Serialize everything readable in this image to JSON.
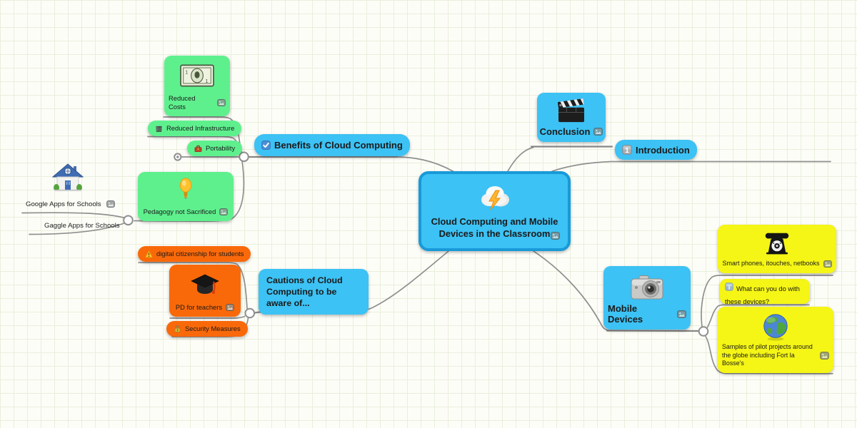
{
  "title": "Cloud Computing mind map",
  "colors": {
    "topic_blue": "#3cc2f4",
    "root_border": "#189ad8",
    "green": "#5ff08e",
    "orange": "#f9690a",
    "yellow": "#f5f516",
    "connector_gray": "#8f8f8f",
    "grid_line": "#e9efdc"
  },
  "icons": {
    "attachment": "attach"
  },
  "nodes": {
    "root": {
      "label": "Cloud Computing and Mobile Devices in the Classroom",
      "icon": "cloud-bolt",
      "has_attachment": true
    },
    "benefits": {
      "label": "Benefits of Cloud Computing",
      "icon": "checkbox"
    },
    "reduced_costs": {
      "label": "Reduced Costs",
      "icon": "money",
      "has_attachment": true
    },
    "reduced_infrastructure": {
      "label": "Reduced Infrastructure",
      "icon": "server"
    },
    "portability": {
      "label": "Portability",
      "icon": "toolbox"
    },
    "pedagogy": {
      "label": "Pedagogy not Sacrificed",
      "icon": "bulb",
      "has_attachment": true
    },
    "google_apps": {
      "label": "Google Apps for Schools",
      "icon": "house",
      "has_attachment": true
    },
    "gaggle_apps": {
      "label": "Gaggle Apps for Schools"
    },
    "conclusion": {
      "label": "Conclusion",
      "icon": "clapper",
      "has_attachment": true
    },
    "introduction": {
      "label": "Introduction",
      "icon": "one"
    },
    "cautions": {
      "label": "Cautions of Cloud Computing to be aware of..."
    },
    "digital_citizenship": {
      "label": "digital citizenship for students",
      "icon": "warning"
    },
    "pd_teachers": {
      "label": "PD for teachers",
      "icon": "gradcap",
      "has_attachment": true
    },
    "security_measures": {
      "label": "Security Measures",
      "icon": "lock"
    },
    "mobile_devices": {
      "label": "Mobile Devices",
      "icon": "camera",
      "has_attachment": true
    },
    "smart_phones": {
      "label": "Smart phones, itouches, netbooks",
      "icon": "phone",
      "has_attachment": true
    },
    "what_devices": {
      "label": "What can you do with these devices?",
      "icon": "info"
    },
    "samples": {
      "label": "Samples of pilot projects around the globe including Fort la Bosse's",
      "icon": "globe",
      "has_attachment": true
    }
  }
}
